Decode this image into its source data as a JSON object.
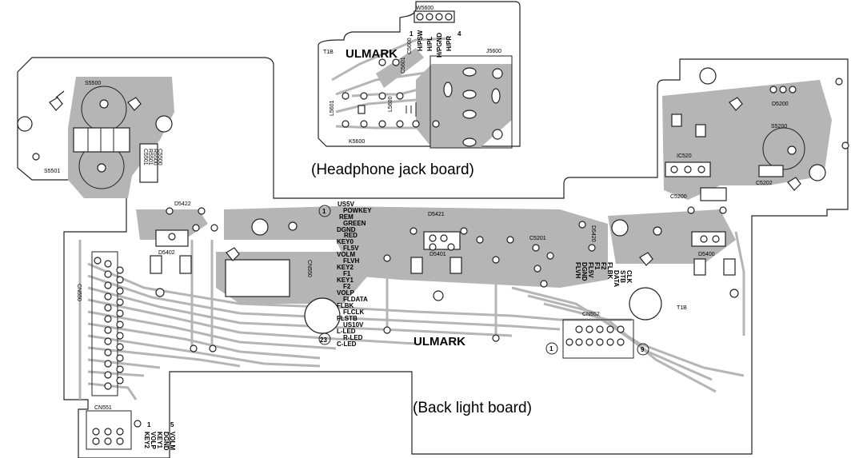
{
  "captions": {
    "headphone": "(Headphone jack board)",
    "backlight": "(Back light board)"
  },
  "headphone_board": {
    "connector": "W5600",
    "pin_first": "1",
    "pin_last": "4",
    "pins": [
      "H/PSW",
      "H/PL",
      "H/PGND",
      "H/PR"
    ],
    "t1b": "T1B",
    "ulmark": "ULMARK",
    "parts": [
      "C5600",
      "C5601",
      "L5601",
      "L5600",
      "J5600",
      "K5600"
    ]
  },
  "backlight_board": {
    "parts": [
      "S5500",
      "S5501",
      "D5422",
      "D5402",
      "CN550",
      "CN551",
      "D5421",
      "D5401",
      "C5201",
      "D5420",
      "CN552",
      "D5200",
      "S5200",
      "IC520",
      "C5202",
      "C5200",
      "D5400"
    ],
    "t1b": "T1B",
    "ulmark": "ULMARK",
    "stack_label": [
      "C5501",
      "R5501",
      "R5500",
      "C5500"
    ],
    "cn550_label": "CN550",
    "cn550_pin_first": "1",
    "cn550_pin_last": "23",
    "cn550_pins": [
      "US5V",
      "POWKEY",
      "REM",
      "GREEN",
      "DGND",
      "RED",
      "KEY0",
      "FL5V",
      "VOLM",
      "FLVH",
      "KEY2",
      "F1",
      "KEY1",
      "F2",
      "VOLP",
      "FLDATA",
      "FLBK",
      "FLCLK",
      "FLSTB",
      "US10V",
      "L-LED",
      "R-LED",
      "C-LED"
    ],
    "cn552_pins": [
      "CLK",
      "STB",
      "DATA",
      "FLBK",
      "F2",
      "F1",
      "FL5V",
      "DGND",
      "FLVH"
    ],
    "cn552_pin_first": "1",
    "cn552_pin_last": "9",
    "cn551_pins": [
      "VOLM",
      "DGND",
      "KEY1",
      "VOLP",
      "KEY2"
    ],
    "cn551_pin_first": "1",
    "cn551_pin_last": "5",
    "cn550_side": "CN550"
  }
}
